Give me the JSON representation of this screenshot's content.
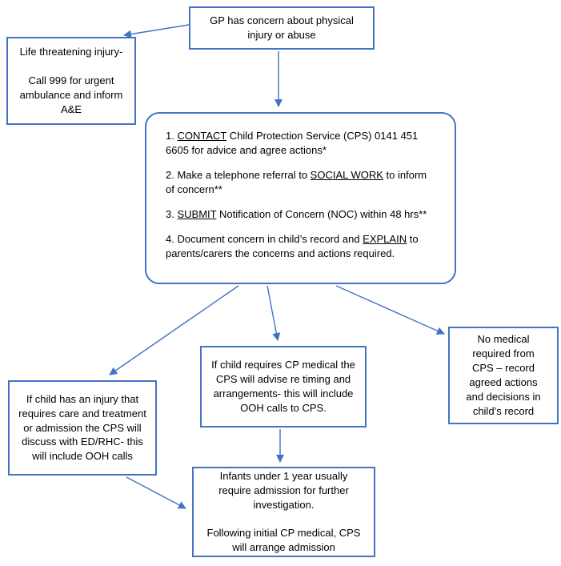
{
  "diagram": {
    "accent_color": "#4472C4",
    "nodes": {
      "gp_concern": {
        "text": "GP has concern about physical injury or abuse"
      },
      "life_threatening": {
        "line1": "Life threatening injury-",
        "line2": "Call 999 for urgent ambulance and inform A&E"
      },
      "actions": {
        "steps": [
          {
            "prefix": "1. ",
            "keyword": "CONTACT",
            "suffix": " Child Protection Service (CPS) 0141 451 6605 for advice and agree actions*"
          },
          {
            "prefix": "2. Make a telephone referral to ",
            "keyword": "SOCIAL WORK",
            "suffix": " to inform of concern**"
          },
          {
            "prefix": "3. ",
            "keyword": "SUBMIT",
            "suffix": " Notification of Concern (NOC) within 48 hrs**"
          },
          {
            "prefix": "4. Document concern in child’s record and ",
            "keyword": "EXPLAIN",
            "suffix": " to parents/carers the concerns and actions required."
          }
        ]
      },
      "injury_admission": {
        "text": "If child has an injury that requires care and treatment or admission the CPS will discuss with ED/RHC- this will include OOH calls"
      },
      "cp_medical": {
        "text": "If child requires CP medical the CPS will advise re timing and arrangements- this will include OOH calls to CPS."
      },
      "no_medical": {
        "text": "No medical required from CPS – record agreed actions and decisions in child’s record"
      },
      "infants": {
        "line1": "Infants under 1 year usually require admission for further investigation.",
        "line2": "Following initial CP medical, CPS will arrange admission"
      }
    }
  }
}
